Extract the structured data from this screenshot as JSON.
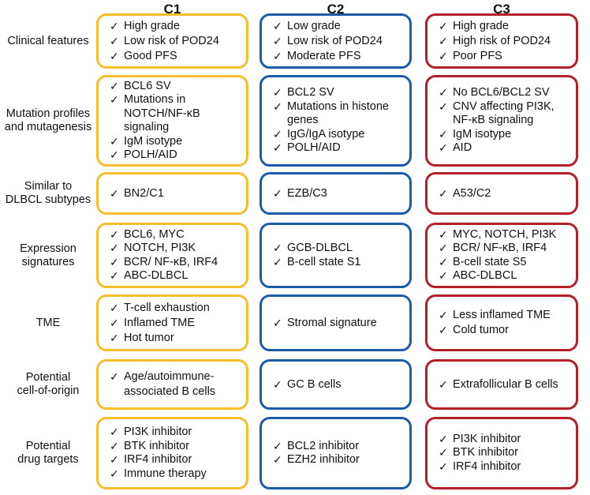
{
  "columns": [
    {
      "id": "c1",
      "title": "C1",
      "color": "#f5be2a"
    },
    {
      "id": "c2",
      "title": "C2",
      "color": "#1d5ba8"
    },
    {
      "id": "c3",
      "title": "C3",
      "color": "#b3202a"
    }
  ],
  "check": "✓",
  "rows": [
    {
      "label": [
        "Clinical features"
      ],
      "c1": [
        "High grade",
        "Low risk of POD24",
        "Good PFS"
      ],
      "c2": [
        "Low grade",
        "Low risk of POD24",
        "Moderate PFS"
      ],
      "c3": [
        "High grade",
        "High risk of POD24",
        "Poor PFS"
      ]
    },
    {
      "label": [
        "Mutation profiles",
        "and mutagenesis"
      ],
      "c1": [
        "BCL6 SV",
        "Mutations in\nNOTCH/NF-κB\nsignaling",
        "IgM isotype",
        "POLH/AID"
      ],
      "c2": [
        "BCL2 SV",
        "Mutations in histone\ngenes",
        "IgG/IgA isotype",
        "POLH/AID"
      ],
      "c3": [
        "No BCL6/BCL2 SV",
        "CNV affecting PI3K,\nNF-κB signaling",
        "IgM isotype",
        "AID"
      ]
    },
    {
      "label": [
        "Similar to",
        "DLBCL subtypes"
      ],
      "c1": [
        "BN2/C1"
      ],
      "c2": [
        "EZB/C3"
      ],
      "c3": [
        "A53/C2"
      ]
    },
    {
      "label": [
        "Expression",
        "signatures"
      ],
      "c1": [
        "BCL6, MYC",
        "NOTCH, PI3K",
        "BCR/ NF-κB, IRF4",
        "ABC-DLBCL"
      ],
      "c2": [
        "GCB-DLBCL",
        "B-cell state S1"
      ],
      "c3": [
        "MYC, NOTCH, PI3K",
        "BCR/ NF-κB, IRF4",
        "B-cell state S5",
        "ABC-DLBCL"
      ]
    },
    {
      "label": [
        "TME"
      ],
      "c1": [
        "T-cell exhaustion",
        "Inflamed TME",
        "Hot tumor"
      ],
      "c2": [
        "Stromal signature"
      ],
      "c3": [
        "Less inflamed TME",
        "Cold tumor"
      ]
    },
    {
      "label": [
        "Potential",
        "cell-of-origin"
      ],
      "c1": [
        "Age/autoimmune-\nassociated B cells"
      ],
      "c2": [
        "GC B cells"
      ],
      "c3": [
        "Extrafollicular B cells"
      ]
    },
    {
      "label": [
        "Potential",
        "drug targets"
      ],
      "c1": [
        "PI3K inhibitor",
        "BTK inhibitor",
        "IRF4 inhibitor",
        "Immune therapy"
      ],
      "c2": [
        "BCL2 inhibitor",
        "EZH2 inhibitor"
      ],
      "c3": [
        "PI3K inhibitor",
        "BTK inhibitor",
        "IRF4 inhibitor"
      ]
    }
  ]
}
